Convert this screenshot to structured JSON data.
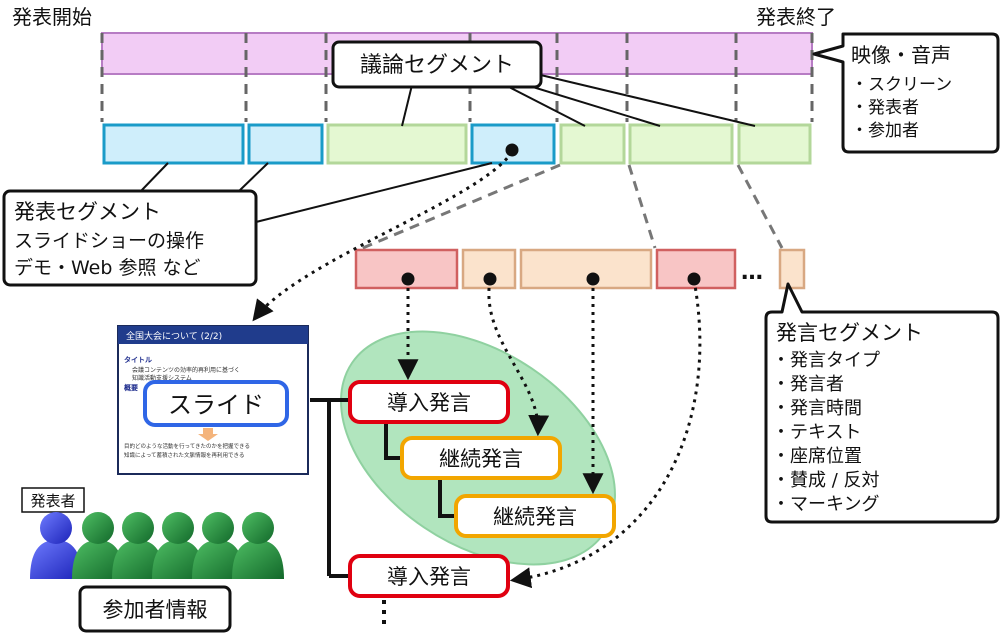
{
  "timeline": {
    "start_label": "発表開始",
    "end_label": "発表終了"
  },
  "callouts": {
    "media": {
      "title": "映像・音声",
      "items": [
        "・スクリーン",
        "・発表者",
        "・参加者"
      ]
    },
    "discussion_segment": "議論セグメント",
    "presentation_segment": {
      "title": "発表セグメント",
      "line1": "スライドショーの操作",
      "line2": "デモ・Web 参照  など"
    },
    "utterance_segment": {
      "title": "発言セグメント",
      "items": [
        "・発言タイプ",
        "・発言者",
        "・発言時間",
        "・テキスト",
        "・座席位置",
        "・賛成 / 反対",
        "・マーキング"
      ]
    }
  },
  "slide": {
    "header": "全国大会について (2/2)",
    "bullet_title": "タイトル",
    "bullet_sub1": "会議コンテンツの効率的再利用に基づく",
    "bullet_sub2": "知識活動支援システム",
    "bullet_title2": "概要",
    "bullet_sub3": "目的どのような活動を行ってきたのかを把握できる",
    "bullet_sub4": "知識によって蓄積された文脈情報を再利用できる",
    "label": "スライド"
  },
  "utterances": {
    "intro1": "導入発言",
    "cont1": "継続発言",
    "cont2": "継続発言",
    "intro2": "導入発言",
    "ellipsis": "…"
  },
  "people": {
    "presenter_tag": "発表者",
    "participants_label": "参加者情報"
  },
  "colors": {
    "media_bar": "#f2ccf5",
    "media_border": "#b77cc4",
    "presentation_fill": "#cfeefb",
    "presentation_border": "#1a9bc8",
    "discussion_fill": "#e4f8d2",
    "discussion_border": "#b3d79a",
    "utter_red_fill": "#f8c5c5",
    "utter_red_border": "#d06060",
    "utter_orange_fill": "#fbe3cc",
    "utter_orange_border": "#d8a882",
    "thread_fill": "#a4e1b3",
    "intro_border": "#e00010",
    "cont_border": "#f2a600",
    "slide_border": "#2f66e6",
    "presenter_figure": "#2233cc",
    "participant_figure": "#1b7a32"
  }
}
